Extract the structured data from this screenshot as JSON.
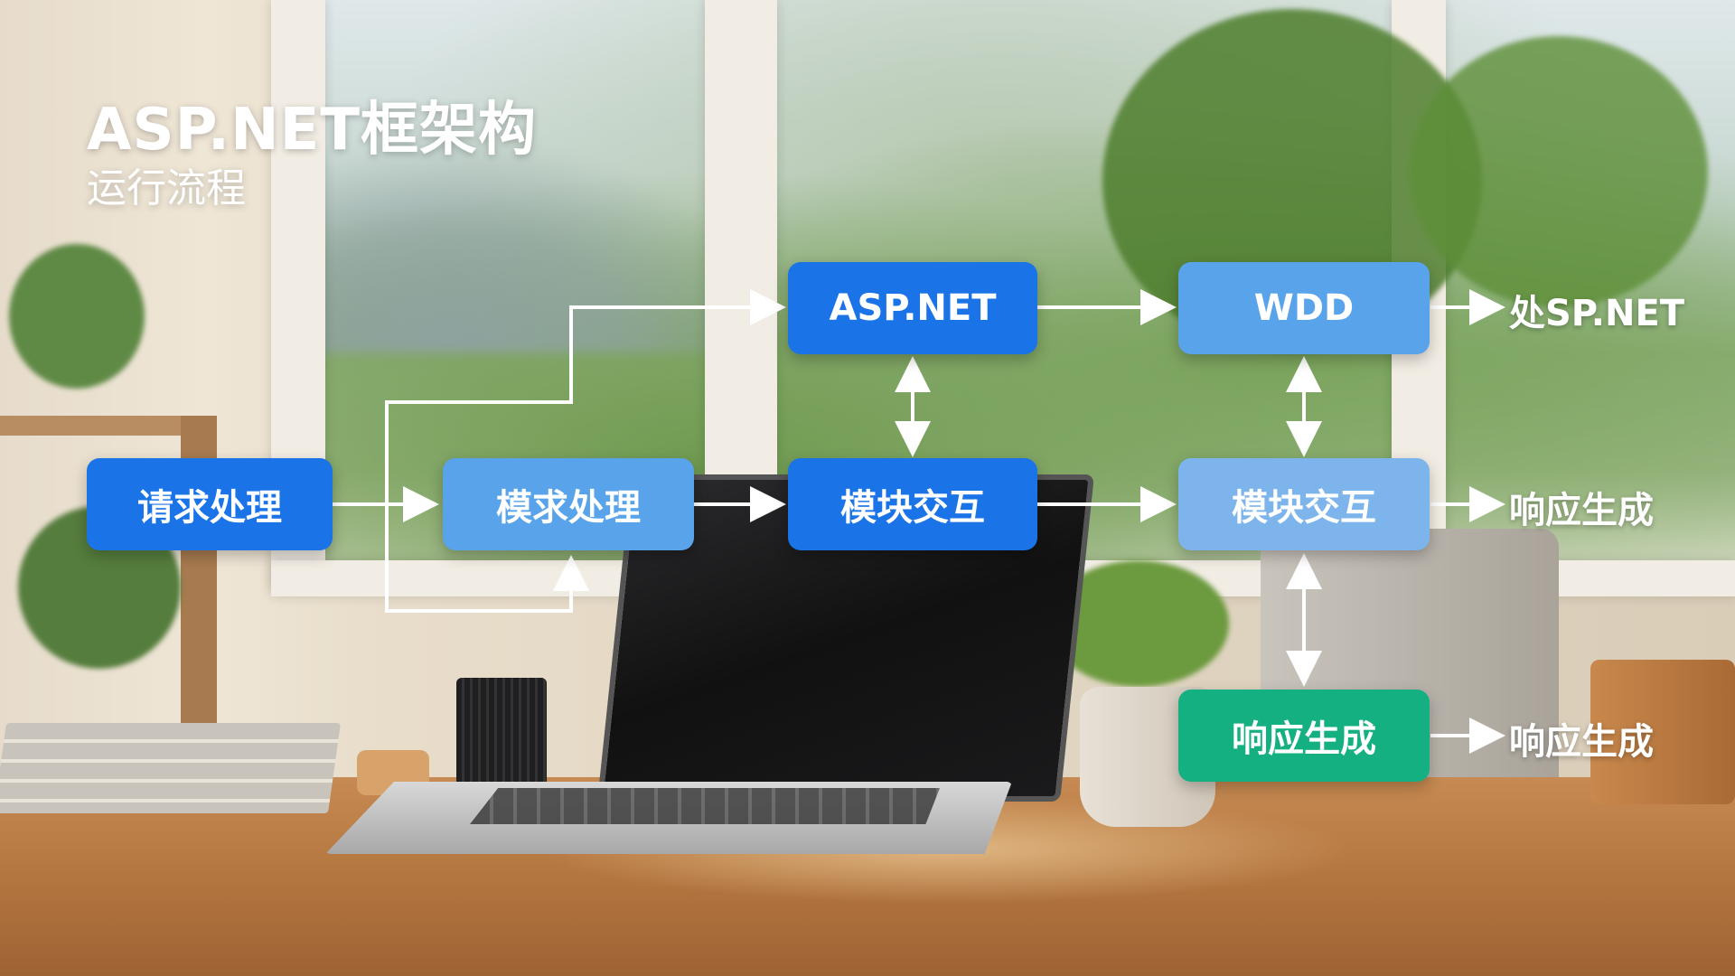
{
  "title": "ASP.NET框架构",
  "subtitle": "运行流程",
  "nodes": {
    "request": "请求处理",
    "model_request": "模求处理",
    "asp_net": "ASP.NET",
    "module_interaction_1": "模块交互",
    "wdd": "WDD",
    "module_interaction_2": "模块交互",
    "response": "响应生成"
  },
  "outputs": {
    "out_1": "处SP.NET",
    "out_2": "响应生成",
    "out_3": "响应生成"
  },
  "colors": {
    "primary_blue": "#1a74e8",
    "light_blue": "#58a3ea",
    "pale_blue": "#7db4ec",
    "teal": "#15b082",
    "arrow": "#ffffff"
  }
}
